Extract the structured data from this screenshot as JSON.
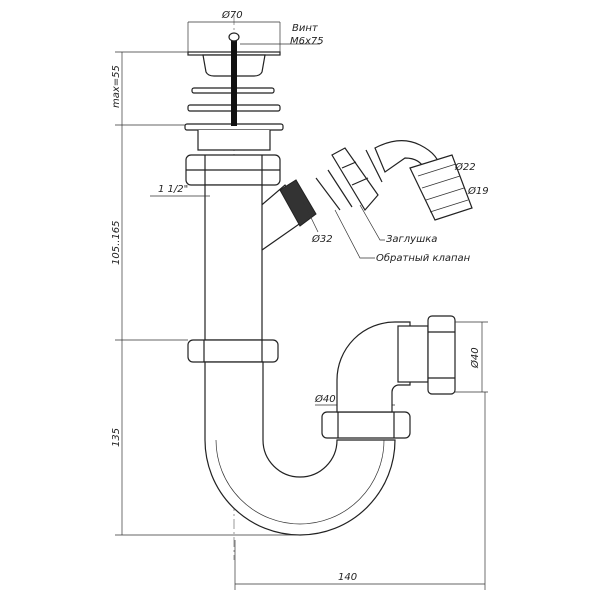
{
  "labels": {
    "diam_70": "Ø70",
    "screw_label": "Винт",
    "screw_size": "M6x75",
    "max_55": "max=55",
    "range_105_165": "105..165",
    "thread": "1 1/2\"",
    "diam_32": "Ø32",
    "diam_22": "Ø22",
    "diam_19": "Ø19",
    "plug": "Заглушка",
    "check_valve": "Обратный клапан",
    "diam_40_h": "Ø40",
    "diam_40_v": "Ø40",
    "dim_135": "135",
    "dim_140": "140"
  }
}
